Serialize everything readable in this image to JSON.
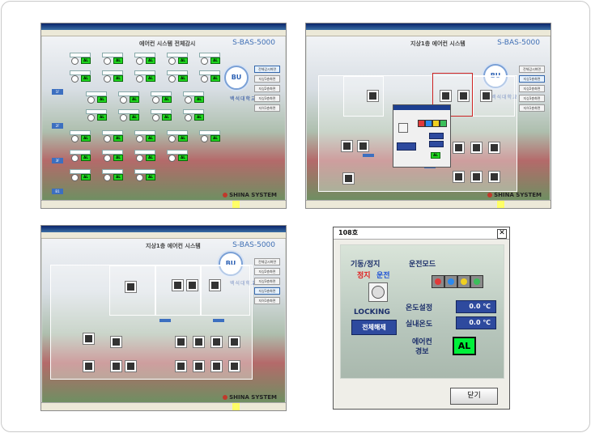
{
  "screen1": {
    "title": "에어컨 시스템 전체감시",
    "model": "S-BAS-5000",
    "logo": "BU",
    "brand": "백석대학교",
    "vendor": "SHINA SYSTEM",
    "alarm_label": "AL",
    "floor_tags": [
      "1F",
      "2F",
      "3F",
      "B1"
    ],
    "nav": [
      "전체감시화면",
      "지상1층화면",
      "지상2층화면",
      "지상3층화면",
      "지하1층화면"
    ]
  },
  "screen2": {
    "title": "지상1층 에어컨 시스템",
    "model": "S-BAS-5000",
    "logo": "BU",
    "brand": "백석대학교",
    "vendor": "SHINA SYSTEM",
    "nav": [
      "전체감시화면",
      "지상1층화면",
      "지상2층화면",
      "지상3층화면",
      "지하1층화면"
    ],
    "popup_alarm": "AL"
  },
  "screen3": {
    "title": "지상1층 에어컨 시스템",
    "model": "S-BAS-5000",
    "logo": "BU",
    "brand": "백석대학교",
    "vendor": "SHINA SYSTEM",
    "nav": [
      "전체감시화면",
      "지상1층화면",
      "지상2층화면",
      "지상3층화면",
      "지하1층화면"
    ]
  },
  "dialog": {
    "title": "108호",
    "close_x": "✕",
    "power_label": "기동/정지",
    "stop_label": "정지",
    "run_label": "운전",
    "mode_label": "운전모드",
    "locking_label": "LOCKING",
    "unlock_all_label": "전체해제",
    "set_temp_label": "온도설정",
    "set_temp_value": "0.0 ℃",
    "room_temp_label": "실내온도",
    "room_temp_value": "0.0 ℃",
    "ac_alarm_label_1": "에어컨",
    "ac_alarm_label_2": "경보",
    "alarm_value": "AL",
    "close_button": "닫기",
    "mode_colors": [
      "#e03a3a",
      "#2a8af0",
      "#f0d020",
      "#3bbf5a"
    ]
  }
}
